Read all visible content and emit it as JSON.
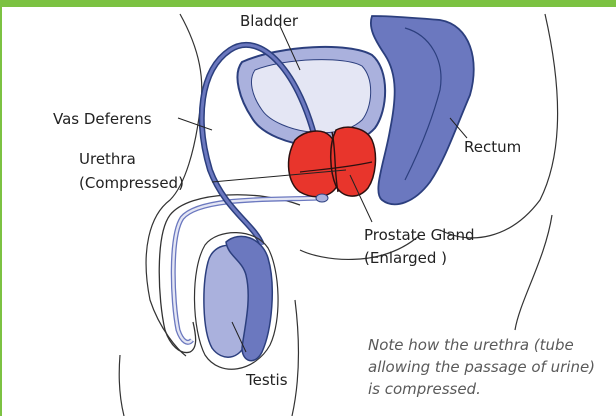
{
  "colors": {
    "accent_border": "#7cc242",
    "outline": "#2c3f7e",
    "organ_blue": "#6b78bf",
    "organ_light": "#aab1dd",
    "bladder_inner": "#e4e6f4",
    "prostate_red": "#e8352c"
  },
  "labels": {
    "bladder": "Bladder",
    "vas_deferens": "Vas Deferens",
    "urethra_line1": "Urethra",
    "urethra_line2": "(Compressed)",
    "rectum": "Rectum",
    "prostate_line1": "Prostate Gland",
    "prostate_line2": "(Enlarged )",
    "testis": "Testis"
  },
  "note": {
    "line1": "Note how the urethra (tube",
    "line2": "allowing the passage of urine)",
    "line3": "is compressed."
  }
}
